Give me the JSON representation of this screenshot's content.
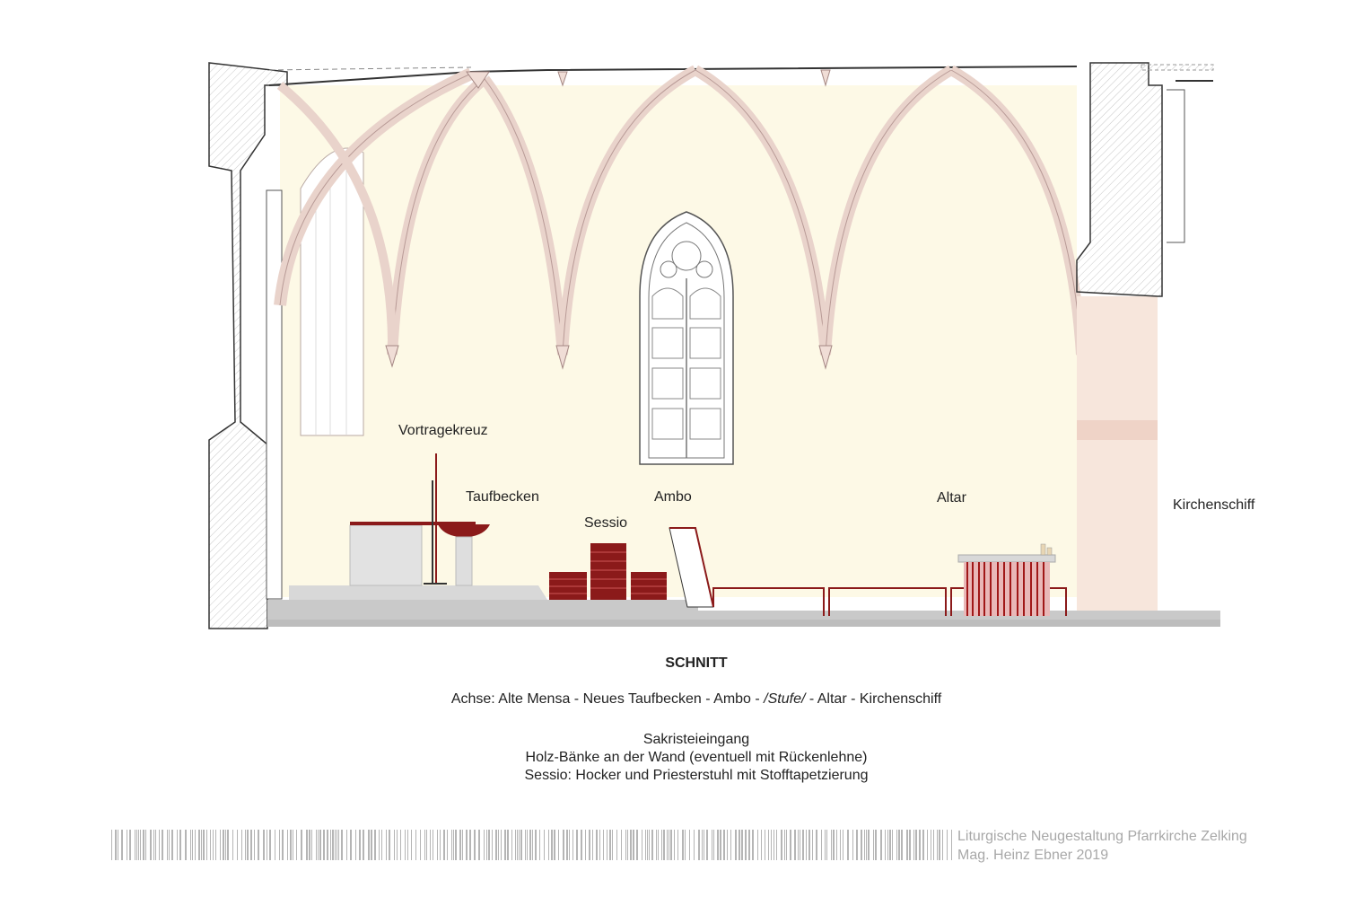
{
  "labels": {
    "vortragekreuz": "Vortragekreuz",
    "taufbecken": "Taufbecken",
    "sessio": "Sessio",
    "ambo": "Ambo",
    "altar": "Altar",
    "kirchenschiff": "Kirchenschiff"
  },
  "caption": {
    "title": "SCHNITT",
    "axis_line_prefix": "Achse: Alte Mensa - Neues Taufbecken - Ambo - ",
    "axis_line_italic": "/Stufe/",
    "axis_line_suffix": " - Altar - Kirchenschiff",
    "line_1": "Sakristeieingang",
    "line_2": "Holz-Bänke an der Wand (eventuell mit Rückenlehne)",
    "line_3": "Sessio: Hocker und Priesterstuhl mit Stofftapetzierung"
  },
  "footer": {
    "project": "Liturgische Neugestaltung Pfarrkirche Zelking",
    "author": "Mag. Heinz Ebner 2019"
  },
  "colors": {
    "wall_fill": "#fdf9e6",
    "rib": "#f0ddd6",
    "rib_stroke": "#b89a96",
    "pillar": "#f7e6dc",
    "floor": "#c9c9c9",
    "furniture_red": "#8b1a1a",
    "mensa": "#e2e2e2",
    "outline": "#333333",
    "footer_text": "#a8a8a8"
  }
}
